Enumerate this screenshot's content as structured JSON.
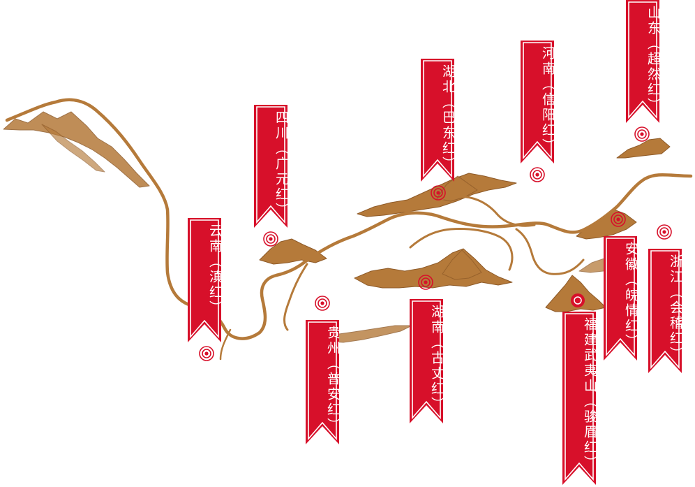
{
  "accent_color": "#d7102a",
  "river_color": "#b57a3a",
  "regions": [
    {
      "id": "yunnan",
      "label": "云南（滇红）"
    },
    {
      "id": "sichuan",
      "label": "四川（广元红）"
    },
    {
      "id": "guizhou",
      "label": "贵州（普安红）"
    },
    {
      "id": "hunan",
      "label": "湖南（古丈红）"
    },
    {
      "id": "hubei",
      "label": "湖北（巴东红）"
    },
    {
      "id": "henan",
      "label": "河南（信阳红）"
    },
    {
      "id": "fujian",
      "label": "福建武夷山（骏眉红）"
    },
    {
      "id": "anhui",
      "label": "安徽（皖情红）"
    },
    {
      "id": "zhejiang",
      "label": "浙江（会稽红）"
    },
    {
      "id": "shandong",
      "label": "山东（超然红）"
    }
  ],
  "markers": [
    {
      "id": "yunnan",
      "style": "ring"
    },
    {
      "id": "sichuan",
      "style": "ring"
    },
    {
      "id": "guizhou",
      "style": "ring"
    },
    {
      "id": "hunan",
      "style": "ring"
    },
    {
      "id": "hubei",
      "style": "ring"
    },
    {
      "id": "henan",
      "style": "ring"
    },
    {
      "id": "fujian",
      "style": "filled"
    },
    {
      "id": "anhui",
      "style": "ring"
    },
    {
      "id": "zhejiang",
      "style": "ring"
    },
    {
      "id": "shandong",
      "style": "ring"
    }
  ]
}
